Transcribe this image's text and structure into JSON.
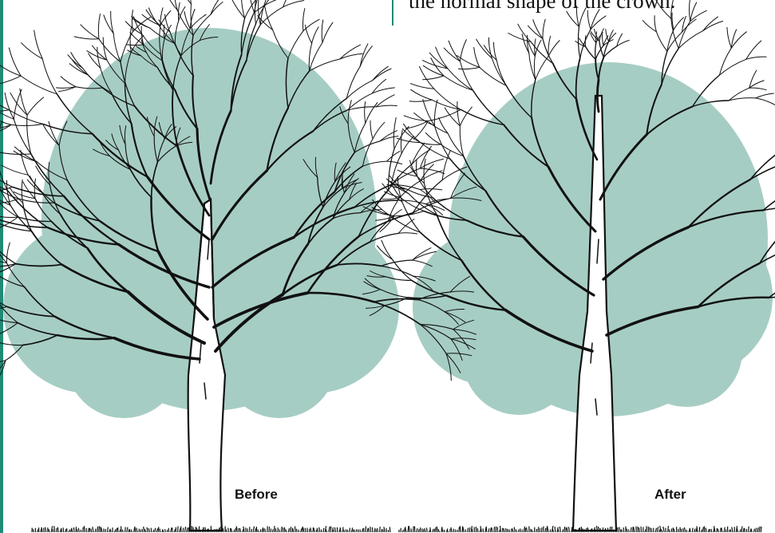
{
  "caption": {
    "text": "the normal shape of the crown."
  },
  "trees": [
    {
      "label": "Before"
    },
    {
      "label": "After"
    }
  ],
  "colors": {
    "crown_fill": "#a6cdc4",
    "branch_ink": "#111111",
    "edge_bar": "#1f8a76"
  }
}
